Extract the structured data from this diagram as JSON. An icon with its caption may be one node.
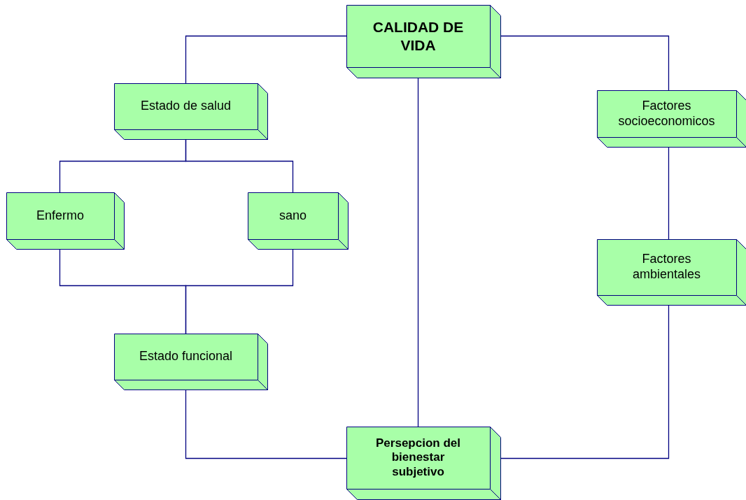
{
  "diagram": {
    "nodes": [
      {
        "text": [
          "CALIDAD DE VIDA"
        ]
      },
      {
        "text": [
          "Estado de salud"
        ]
      },
      {
        "text": [
          "Enfermo"
        ]
      },
      {
        "text": [
          "sano"
        ]
      },
      {
        "text": [
          "Estado funcional"
        ]
      },
      {
        "text": [
          "Persepcion del bienestar subjetivo"
        ]
      },
      {
        "text": [
          "Factores socioeconomicos"
        ]
      },
      {
        "text": [
          "Factores ambientales"
        ]
      }
    ],
    "edges": [
      {
        "from": 0,
        "to": 1,
        "arrow": "none"
      },
      {
        "from": 0,
        "to": 6,
        "arrow": "none"
      },
      {
        "from": 0,
        "to": 5,
        "arrow": "none"
      },
      {
        "from": 1,
        "to": 2,
        "arrow": "none"
      },
      {
        "from": 1,
        "to": 3,
        "arrow": "none"
      },
      {
        "from": 2,
        "to": 4,
        "arrow": "none"
      },
      {
        "from": 3,
        "to": 4,
        "arrow": "none"
      },
      {
        "from": 6,
        "to": 7,
        "arrow": "none"
      },
      {
        "from": 7,
        "to": 5,
        "arrow": "none"
      },
      {
        "from": 4,
        "to": 5,
        "arrow": "none"
      }
    ]
  }
}
